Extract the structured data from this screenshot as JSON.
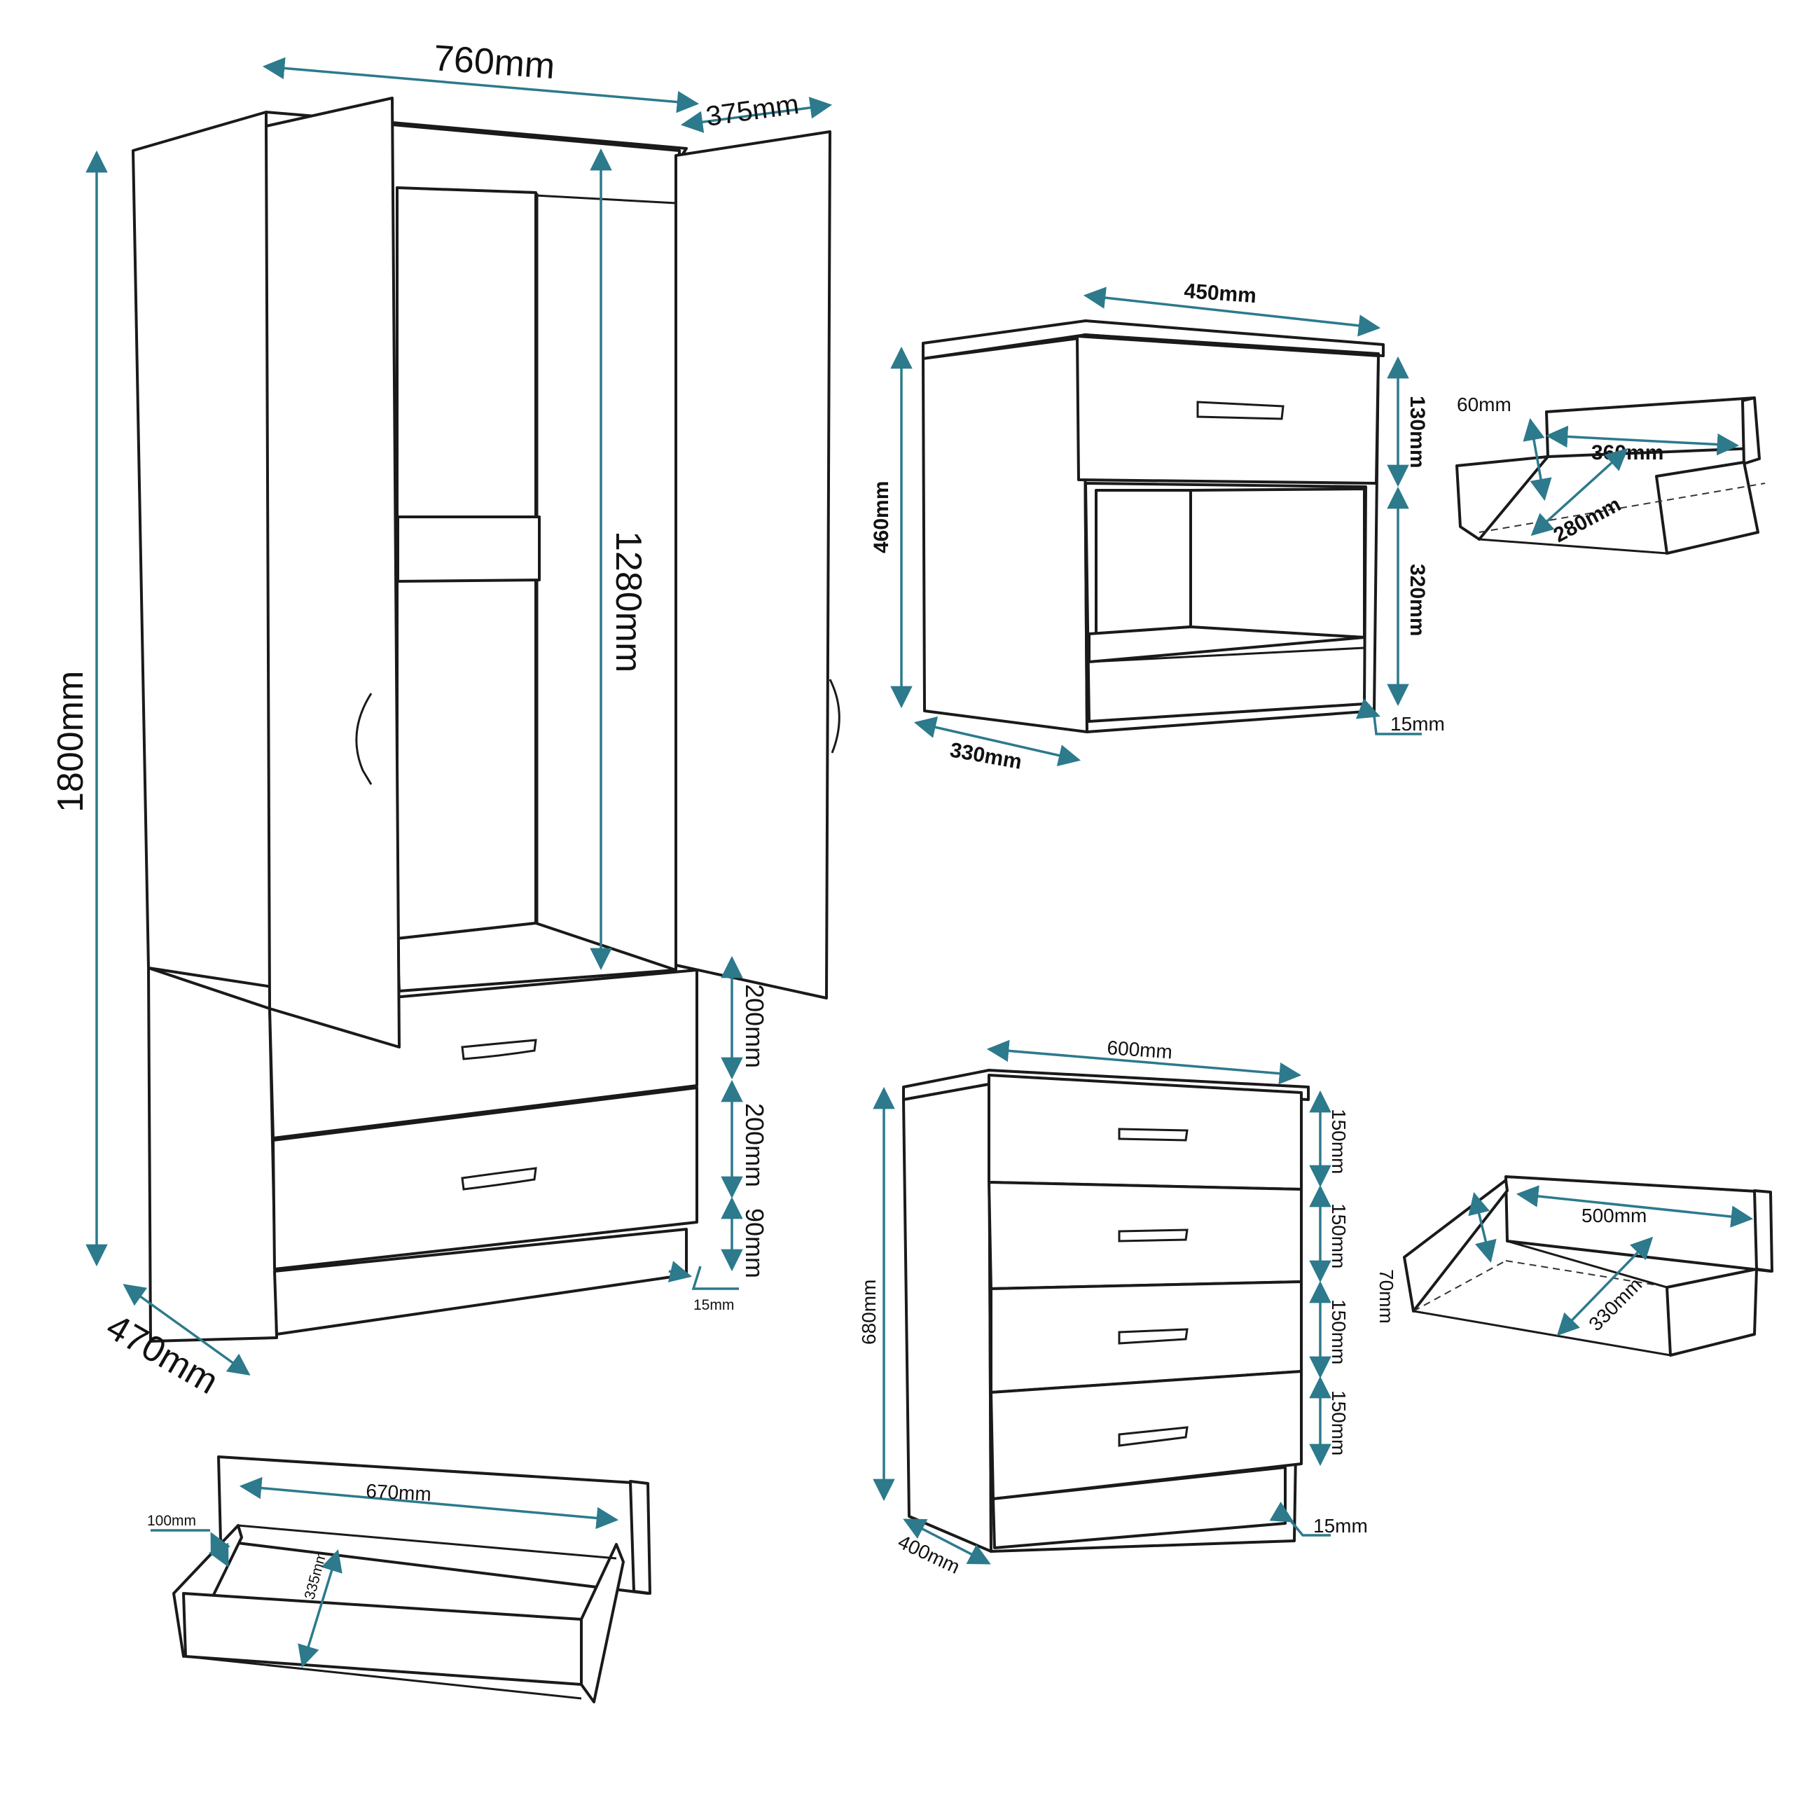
{
  "colors": {
    "dimension": "#2c7a8c",
    "outline": "#1a1a1a"
  },
  "labels": {
    "w_width": "760mm",
    "w_depth": "375mm",
    "w_height": "1800mm",
    "w_inner": "1280mm",
    "w_d1": "200mm",
    "w_d2": "200mm",
    "w_plinth": "90mm",
    "w_kick": "15mm",
    "w_side": "470mm",
    "n_width": "450mm",
    "n_height": "460mm",
    "n_drawer": "130mm",
    "n_open": "320mm",
    "n_kick": "15mm",
    "n_depth": "330mm",
    "nd_h": "60mm",
    "nd_w": "360mm",
    "nd_d": "280mm",
    "c_width": "600mm",
    "c_height": "680mm",
    "c_d1": "150mm",
    "c_d2": "150mm",
    "c_d3": "150mm",
    "c_d4": "150mm",
    "c_kick": "15mm",
    "c_depth": "400mm",
    "cd_h": "70mm",
    "cd_w": "500mm",
    "cd_d": "330mm",
    "wd_h": "100mm",
    "wd_w": "670mm",
    "wd_d": "335mm"
  }
}
